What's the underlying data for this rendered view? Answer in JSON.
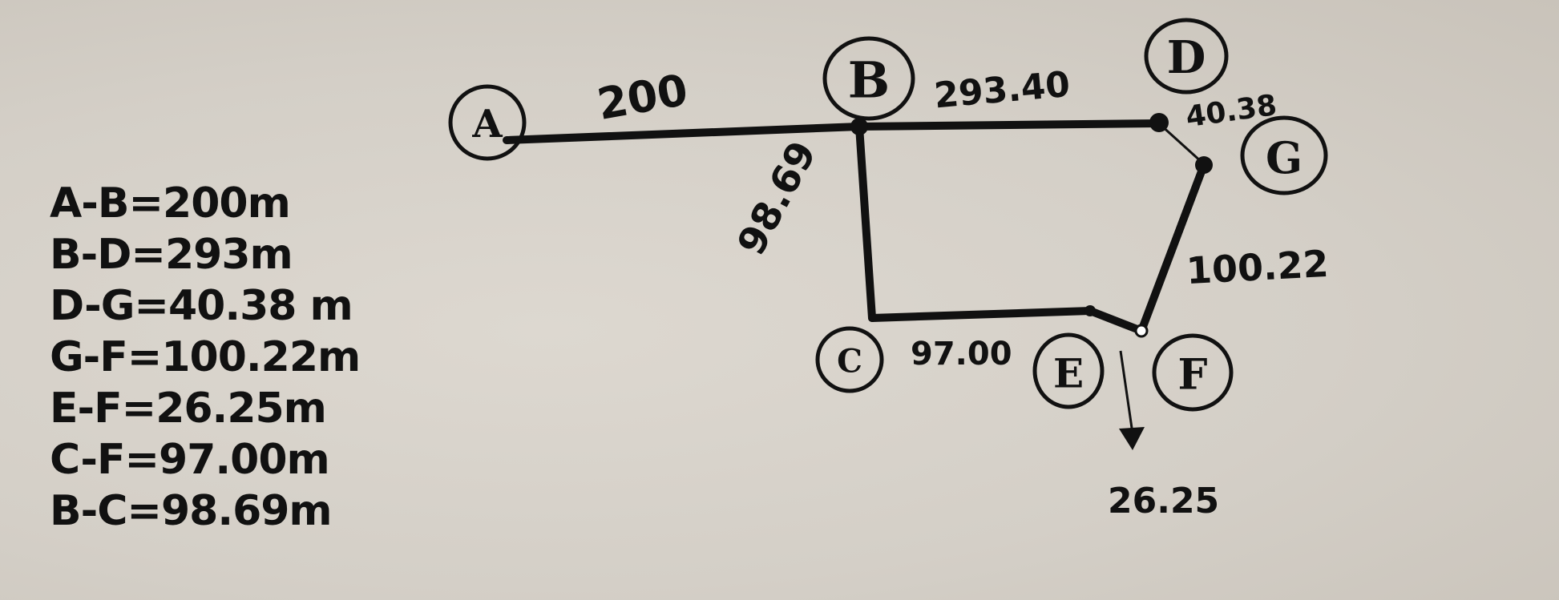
{
  "legend": [
    "A-B=200m",
    "B-D=293m",
    "D-G=40.38 m",
    "G-F=100.22m",
    "E-F=26.25m",
    "C-F=97.00m",
    "B-C=98.69m"
  ],
  "nodes": {
    "A": "A",
    "B": "B",
    "C": "C",
    "D": "D",
    "E": "E",
    "F": "F",
    "G": "G"
  },
  "edge_labels": {
    "ab": "200",
    "bd": "293.40",
    "dg": "40.38",
    "bc": "98.69",
    "gf": "100.22",
    "cf": "97.00",
    "ef": "26.25"
  }
}
